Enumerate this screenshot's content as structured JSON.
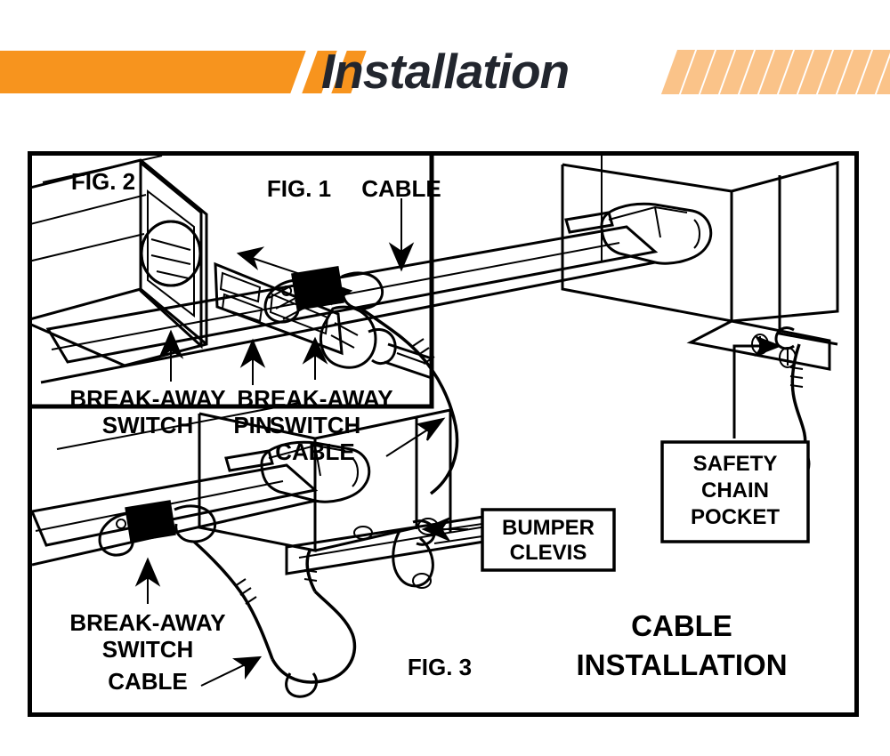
{
  "header": {
    "title": "Installation",
    "colors": {
      "orange": "#f7941e",
      "orange_light": "#fac389",
      "title_color": "#22262e"
    },
    "left_tick_count": 2,
    "right_tick_count": 12
  },
  "diagram": {
    "name": "break-away-switch-cable-installation",
    "caption": {
      "line1": "CABLE",
      "line2": "INSTALLATION"
    },
    "panels": [
      {
        "id": "fig1",
        "figure_label": "FIG. 1",
        "labels": [
          {
            "text": "CABLE"
          },
          {
            "text": "BREAK-AWAY"
          },
          {
            "text": "SWITCH"
          },
          {
            "text": "PIN"
          }
        ]
      },
      {
        "id": "fig2",
        "figure_label": "FIG. 2",
        "labels": [
          {
            "text": "BREAK-AWAY"
          },
          {
            "text": "SWITCH"
          },
          {
            "text": "CABLE"
          }
        ],
        "callout_box": {
          "line1": "SAFETY",
          "line2": "CHAIN",
          "line3": "POCKET"
        }
      },
      {
        "id": "fig3",
        "figure_label": "FIG. 3",
        "labels": [
          {
            "text": "BREAK-AWAY"
          },
          {
            "text": "SWITCH"
          },
          {
            "text": "CABLE"
          }
        ],
        "callout_box": {
          "line1": "BUMPER",
          "line2": "CLEVIS"
        }
      }
    ]
  }
}
